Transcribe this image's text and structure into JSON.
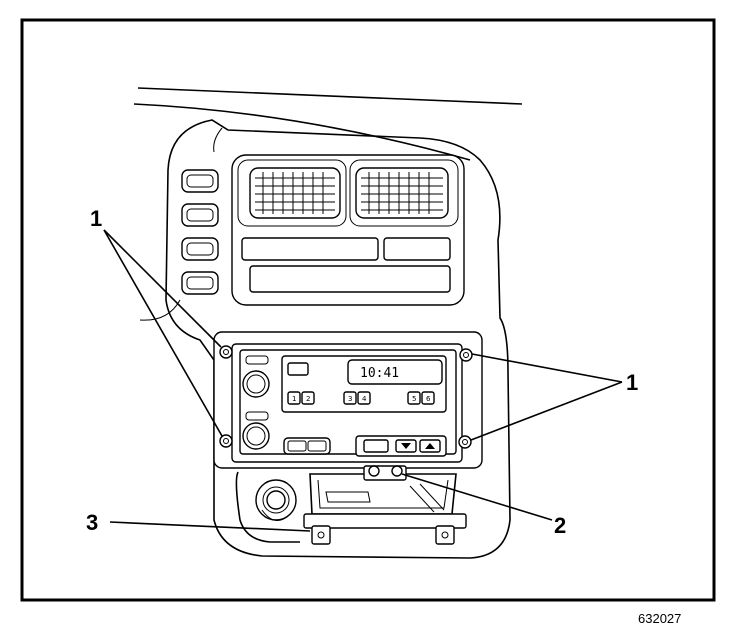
{
  "callouts": {
    "screws_left": "1",
    "screws_right": "1",
    "bolt": "2",
    "bracket": "3"
  },
  "radio": {
    "clock_display": "10:41",
    "preset_buttons": [
      "1",
      "2",
      "3",
      "4",
      "5",
      "6"
    ]
  },
  "figure_id": "632027"
}
